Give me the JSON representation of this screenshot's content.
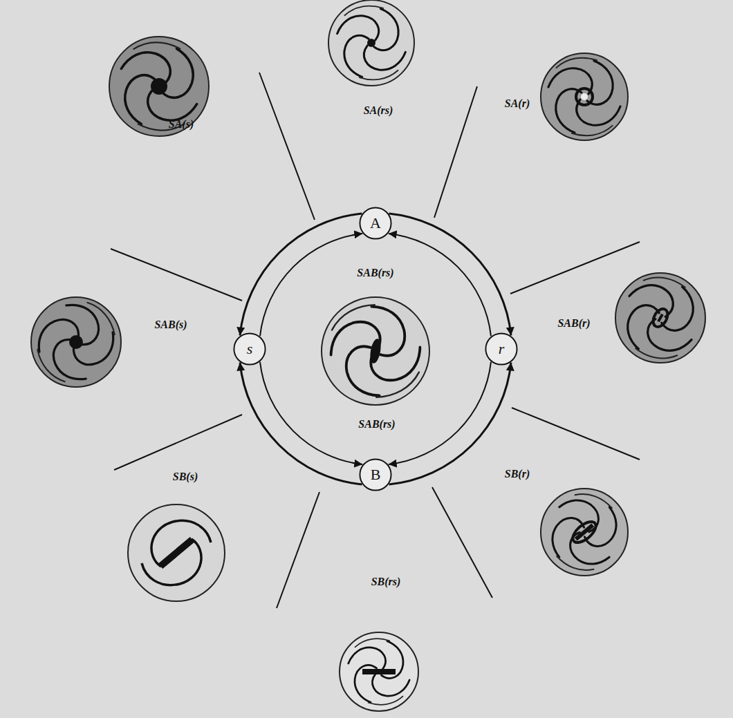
{
  "diagram": {
    "nodes": [
      {
        "text": [
          "A"
        ]
      },
      {
        "text": [
          "s"
        ]
      },
      {
        "text": [
          "r"
        ]
      },
      {
        "text": [
          "B"
        ]
      }
    ],
    "edges": [
      {
        "from": 0,
        "to": 2,
        "arrow": "to"
      },
      {
        "from": 0,
        "to": 1,
        "arrow": "to"
      },
      {
        "from": 3,
        "to": 2,
        "arrow": "to"
      },
      {
        "from": 3,
        "to": 1,
        "arrow": "to"
      },
      {
        "from": 1,
        "to": 0,
        "arrow": "to"
      },
      {
        "from": 2,
        "to": 0,
        "arrow": "to"
      },
      {
        "from": 1,
        "to": 3,
        "arrow": "to"
      },
      {
        "from": 2,
        "to": 3,
        "arrow": "to"
      }
    ],
    "labels": [
      "SA(rs)",
      "SA(s)",
      "SA(r)",
      "SAB(rs)",
      "SAB(s)",
      "SAB(r)",
      "SAB(rs)",
      "SB(s)",
      "SB(r)",
      "SB(rs)"
    ]
  }
}
